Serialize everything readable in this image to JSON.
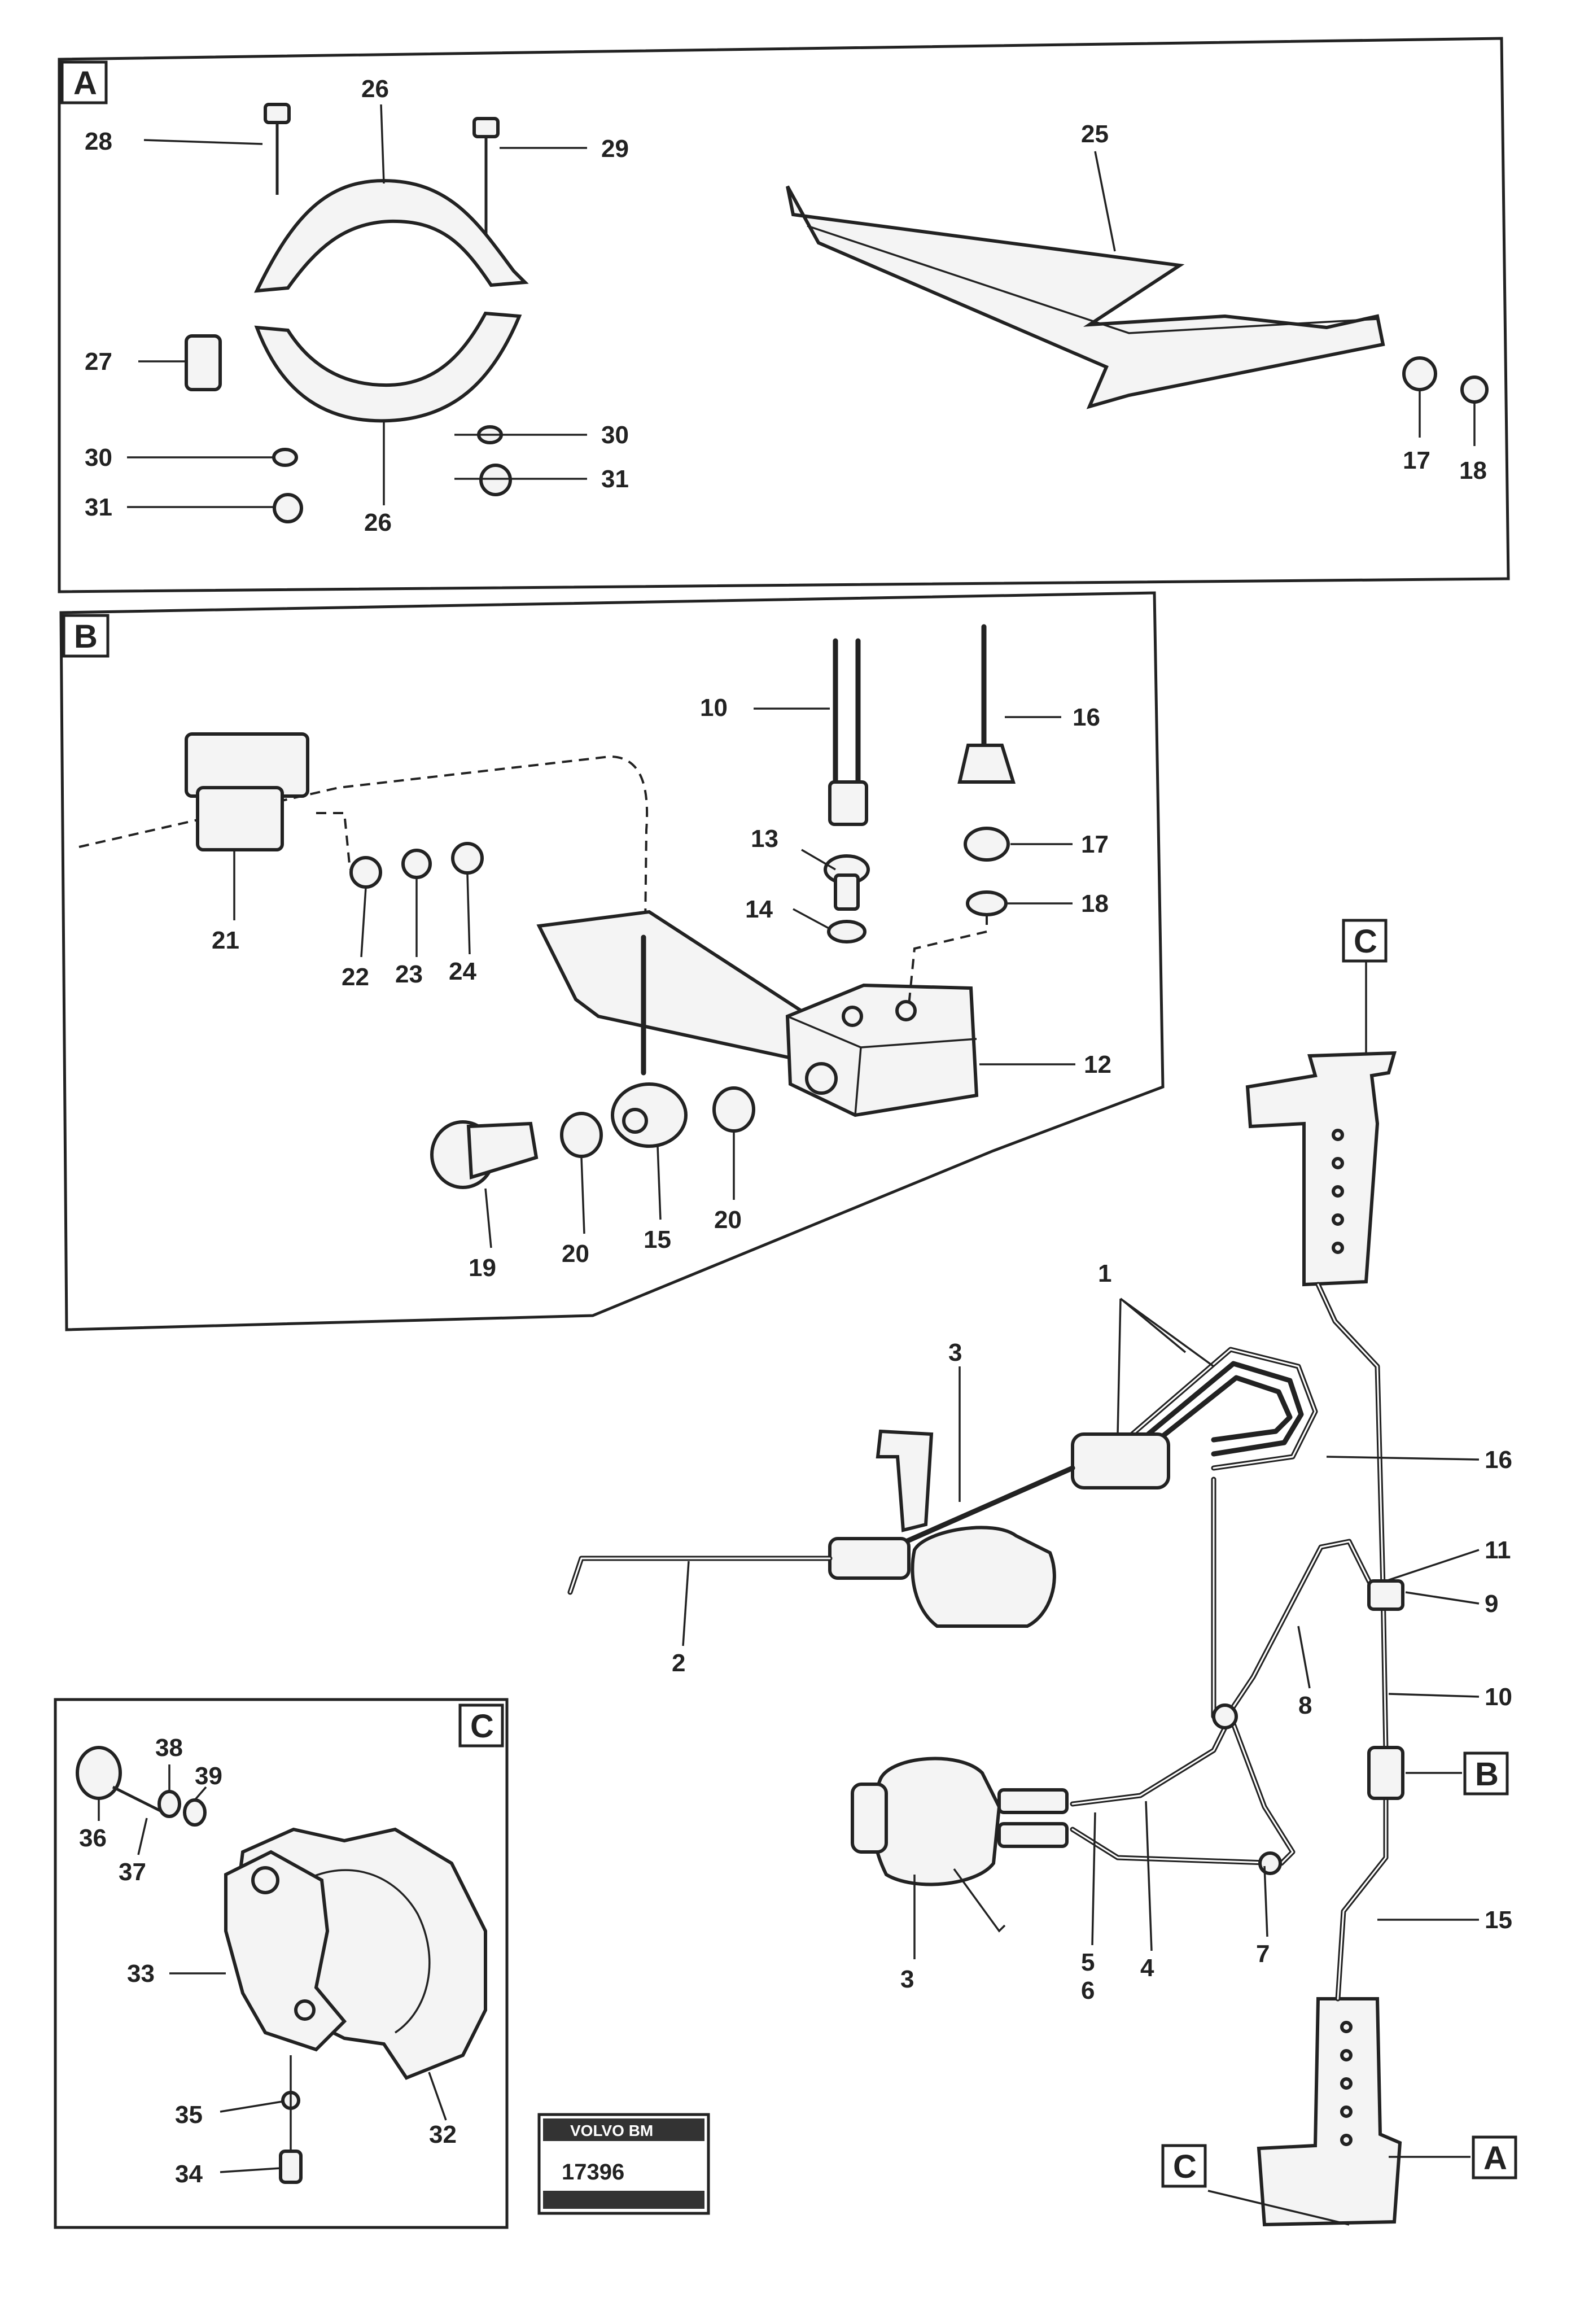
{
  "panels": {
    "a": {
      "letter": "A",
      "labels": [
        "28",
        "26",
        "29",
        "25",
        "27",
        "30",
        "30",
        "31",
        "31",
        "26",
        "17",
        "18"
      ]
    },
    "b": {
      "letter": "B",
      "labels": [
        "10",
        "16",
        "13",
        "17",
        "14",
        "18",
        "21",
        "22",
        "23",
        "24",
        "12",
        "19",
        "20",
        "15",
        "20"
      ]
    },
    "c": {
      "letter": "C",
      "labels": [
        "38",
        "39",
        "36",
        "37",
        "33",
        "35",
        "34",
        "32"
      ]
    }
  },
  "main": {
    "labels": [
      "1",
      "3",
      "2",
      "16",
      "11",
      "9",
      "8",
      "10",
      "3",
      "5",
      "6",
      "4",
      "7",
      "15"
    ],
    "refs": {
      "c_top": "C",
      "b": "B",
      "c_bottom": "C",
      "a": "A"
    }
  },
  "badge": {
    "title": "VOLVO BM",
    "number": "17396"
  }
}
